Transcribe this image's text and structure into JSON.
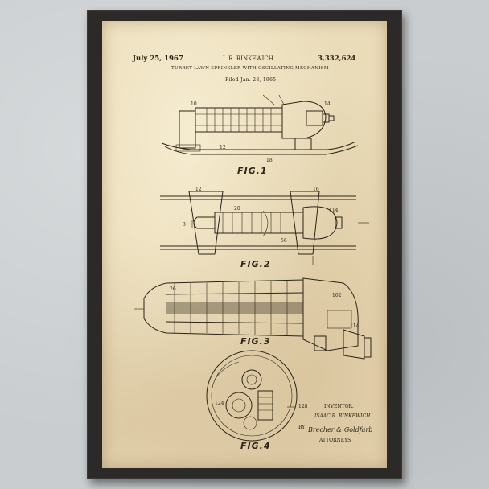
{
  "patent": {
    "date": "July 25, 1967",
    "inventor_name": "I. R. RINKEWICH",
    "number": "3,332,624",
    "title": "TURRET LAWN SPRINKLER WITH OSCILLATING MECHANISM",
    "filed": "Filed Jan. 28, 1965"
  },
  "figures": {
    "fig1": "FIG.1",
    "fig2": "FIG.2",
    "fig3": "FIG.3",
    "fig4": "FIG.4"
  },
  "signature_block": {
    "inventor_heading": "INVENTOR.",
    "inventor": "ISAAC R. RINKEWICH",
    "by": "BY",
    "signature": "Brecher & Goldfarb",
    "attorneys": "ATTORNEYS"
  },
  "colors": {
    "paper": "#eadcb9",
    "ink": "#2c2418",
    "frame": "#2b2a28",
    "wall": "#c9cdcf"
  }
}
